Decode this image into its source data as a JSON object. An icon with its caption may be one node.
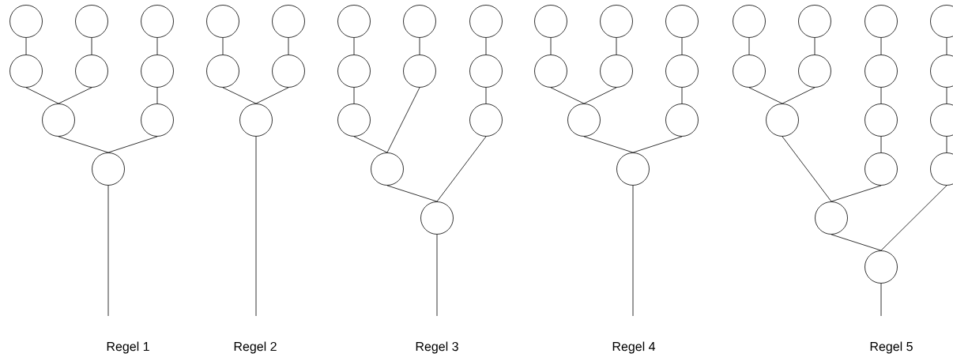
{
  "diagram": {
    "nodes": [
      {
        "text": [],
        "shape": "circle"
      },
      {
        "text": [],
        "shape": "circle"
      },
      {
        "text": [],
        "shape": "circle"
      },
      {
        "text": [],
        "shape": "circle"
      },
      {
        "text": [],
        "shape": "circle"
      },
      {
        "text": [],
        "shape": "circle"
      },
      {
        "text": [],
        "shape": "circle"
      },
      {
        "text": [],
        "shape": "circle"
      },
      {
        "text": [],
        "shape": "circle"
      },
      {
        "text": [],
        "shape": "circle"
      },
      {
        "text": [],
        "shape": "circle"
      },
      {
        "text": [],
        "shape": "circle"
      },
      {
        "text": [],
        "shape": "circle"
      },
      {
        "text": [],
        "shape": "circle"
      },
      {
        "text": [],
        "shape": "circle"
      },
      {
        "text": [],
        "shape": "circle"
      },
      {
        "text": [],
        "shape": "circle"
      },
      {
        "text": [],
        "shape": "circle"
      },
      {
        "text": [],
        "shape": "circle"
      },
      {
        "text": [],
        "shape": "circle"
      },
      {
        "text": [],
        "shape": "circle"
      },
      {
        "text": [],
        "shape": "circle"
      },
      {
        "text": [],
        "shape": "circle"
      },
      {
        "text": [],
        "shape": "circle"
      },
      {
        "text": [],
        "shape": "circle"
      },
      {
        "text": [],
        "shape": "circle"
      },
      {
        "text": [],
        "shape": "circle"
      },
      {
        "text": [],
        "shape": "circle"
      },
      {
        "text": [],
        "shape": "circle"
      },
      {
        "text": [],
        "shape": "circle"
      },
      {
        "text": [],
        "shape": "circle"
      },
      {
        "text": [],
        "shape": "circle"
      },
      {
        "text": [],
        "shape": "circle"
      },
      {
        "text": [],
        "shape": "circle"
      },
      {
        "text": [],
        "shape": "circle"
      },
      {
        "text": [],
        "shape": "circle"
      },
      {
        "text": [],
        "shape": "circle"
      },
      {
        "text": [],
        "shape": "circle"
      },
      {
        "text": [],
        "shape": "circle"
      },
      {
        "text": [],
        "shape": "circle"
      },
      {
        "text": [],
        "shape": "circle"
      },
      {
        "text": [],
        "shape": "circle"
      },
      {
        "text": [],
        "shape": "circle"
      },
      {
        "text": [],
        "shape": "circle"
      },
      {
        "text": [],
        "shape": "circle"
      },
      {
        "text": [],
        "shape": "circle"
      },
      {
        "text": [],
        "shape": "circle"
      },
      {
        "text": [],
        "shape": "circle"
      }
    ],
    "edges": [
      {
        "from": 0,
        "to": 3,
        "arrow": "none"
      },
      {
        "from": 1,
        "to": 4,
        "arrow": "none"
      },
      {
        "from": 2,
        "to": 5,
        "arrow": "none"
      },
      {
        "from": 3,
        "to": 6,
        "arrow": "none"
      },
      {
        "from": 4,
        "to": 6,
        "arrow": "none"
      },
      {
        "from": 5,
        "to": 7,
        "arrow": "none"
      },
      {
        "from": 6,
        "to": 8,
        "arrow": "none"
      },
      {
        "from": 7,
        "to": 8,
        "arrow": "none"
      },
      {
        "from": 8,
        "to": null,
        "arrow": "none"
      },
      {
        "from": 9,
        "to": 11,
        "arrow": "none"
      },
      {
        "from": 10,
        "to": 12,
        "arrow": "none"
      },
      {
        "from": 11,
        "to": 13,
        "arrow": "none"
      },
      {
        "from": 12,
        "to": 13,
        "arrow": "none"
      },
      {
        "from": 13,
        "to": null,
        "arrow": "none"
      },
      {
        "from": 14,
        "to": 17,
        "arrow": "none"
      },
      {
        "from": 15,
        "to": 18,
        "arrow": "none"
      },
      {
        "from": 16,
        "to": 19,
        "arrow": "none"
      },
      {
        "from": 17,
        "to": 20,
        "arrow": "none"
      },
      {
        "from": 19,
        "to": 21,
        "arrow": "none"
      },
      {
        "from": 20,
        "to": 22,
        "arrow": "none"
      },
      {
        "from": 18,
        "to": 22,
        "arrow": "none"
      },
      {
        "from": 22,
        "to": 23,
        "arrow": "none"
      },
      {
        "from": 21,
        "to": 23,
        "arrow": "none"
      },
      {
        "from": 23,
        "to": null,
        "arrow": "none"
      },
      {
        "from": 24,
        "to": 27,
        "arrow": "none"
      },
      {
        "from": 25,
        "to": 28,
        "arrow": "none"
      },
      {
        "from": 26,
        "to": 29,
        "arrow": "none"
      },
      {
        "from": 27,
        "to": 30,
        "arrow": "none"
      },
      {
        "from": 28,
        "to": 30,
        "arrow": "none"
      },
      {
        "from": 29,
        "to": 31,
        "arrow": "none"
      },
      {
        "from": 30,
        "to": 32,
        "arrow": "none"
      },
      {
        "from": 31,
        "to": 32,
        "arrow": "none"
      },
      {
        "from": 32,
        "to": null,
        "arrow": "none"
      },
      {
        "from": 33,
        "to": 37,
        "arrow": "none"
      },
      {
        "from": 34,
        "to": 38,
        "arrow": "none"
      },
      {
        "from": 35,
        "to": 39,
        "arrow": "none"
      },
      {
        "from": 36,
        "to": 40,
        "arrow": "none"
      },
      {
        "from": 37,
        "to": 41,
        "arrow": "none"
      },
      {
        "from": 38,
        "to": 41,
        "arrow": "none"
      },
      {
        "from": 39,
        "to": 42,
        "arrow": "none"
      },
      {
        "from": 40,
        "to": 43,
        "arrow": "none"
      },
      {
        "from": 42,
        "to": 44,
        "arrow": "none"
      },
      {
        "from": 43,
        "to": 45,
        "arrow": "none"
      },
      {
        "from": 41,
        "to": 46,
        "arrow": "none"
      },
      {
        "from": 44,
        "to": 46,
        "arrow": "none"
      },
      {
        "from": 46,
        "to": 47,
        "arrow": "none"
      },
      {
        "from": 45,
        "to": 47,
        "arrow": "none"
      },
      {
        "from": 47,
        "to": null,
        "arrow": "none"
      }
    ],
    "labels": [
      "Regel 1",
      "Regel 2",
      "Regel 3",
      "Regel 4",
      "Regel 5"
    ]
  }
}
